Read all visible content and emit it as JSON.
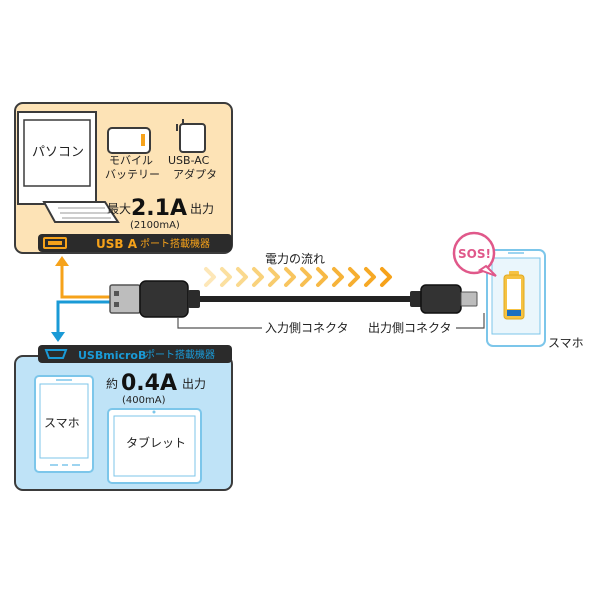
{
  "top_box": {
    "pc_label": "パソコン",
    "battery_label_1": "モバイル",
    "battery_label_2": "バッテリー",
    "adapter_label_1": "USB-AC",
    "adapter_label_2": "アダプタ",
    "output_prefix": "最大",
    "output_value": "2.1A",
    "output_suffix": "出力",
    "output_sub": "(2100mA)",
    "port_type": "USB A",
    "port_text": "ポート搭載機器",
    "colors": {
      "fill": "#fde3b6",
      "border": "#3b3b3b",
      "bar": "#2b2b2b",
      "accent": "#f6a21a"
    }
  },
  "bottom_box": {
    "phone_label": "スマホ",
    "tablet_label": "タブレット",
    "output_prefix": "約",
    "output_value": "0.4A",
    "output_suffix": "出力",
    "output_sub": "(400mA)",
    "port_type": "USBmicroB",
    "port_text": "ポート搭載機器",
    "colors": {
      "fill": "#bfe3f7",
      "border": "#3b3b3b",
      "bar": "#2b2b2b",
      "accent": "#1a9ad6"
    }
  },
  "cable": {
    "flow_label": "電力の流れ",
    "input_connector_label": "入力側コネクタ",
    "output_connector_label": "出力側コネクタ",
    "colors": {
      "flow": "#f7b731",
      "cable": "#222222",
      "arrow_up": "#f6a21a",
      "arrow_down": "#1a9ad6"
    }
  },
  "phone_right": {
    "bubble_text": "SOS!",
    "label": "スマホ",
    "colors": {
      "bubble": "#e0588a",
      "battery": "#f6c242",
      "battery_low": "#1a6fc0",
      "frame": "#7cc6ea"
    }
  }
}
